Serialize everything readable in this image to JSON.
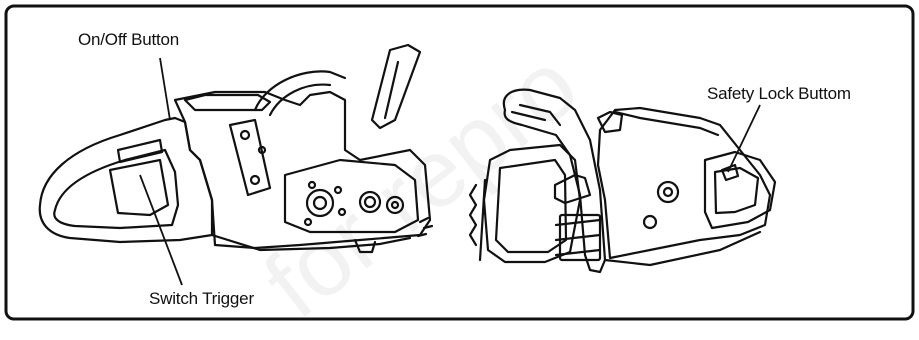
{
  "labels": {
    "on_off_button": "On/Off Button",
    "switch_trigger": "Switch Trigger",
    "safety_lock_button": "Safety Lock Buttom"
  },
  "watermark": "for repro",
  "colors": {
    "line": "#111111",
    "background": "#ffffff",
    "watermark": "#efefef"
  }
}
